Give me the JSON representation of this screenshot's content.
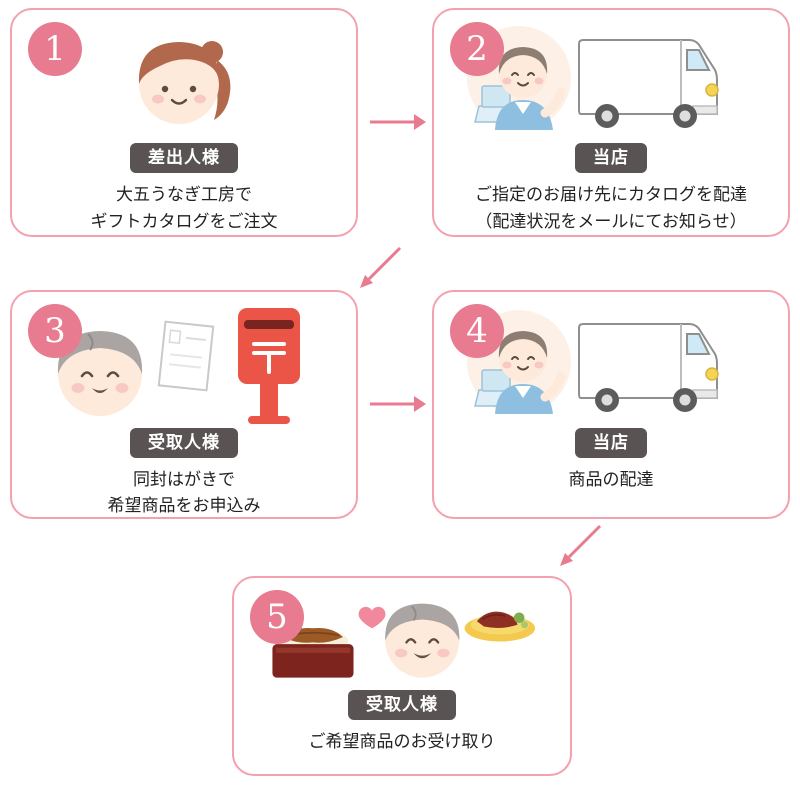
{
  "colors": {
    "box_border": "#f3a1ad",
    "badge_bg": "#e87b90",
    "label_bg": "#595354",
    "arrow": "#e87b90",
    "postbox_red": "#ea5548",
    "text": "#222222"
  },
  "steps": [
    {
      "number": "1",
      "label": "差出人様",
      "lines": [
        "大五うなぎ工房で",
        "ギフトカタログをご注文"
      ],
      "illustration": "sender-woman"
    },
    {
      "number": "2",
      "label": "当店",
      "lines": [
        "ご指定のお届け先にカタログを配達",
        "（配達状況をメールにてお知らせ）"
      ],
      "illustration": "shop-clerk-and-delivery-truck"
    },
    {
      "number": "3",
      "label": "受取人様",
      "lines": [
        "同封はがきで",
        "希望商品をお申込み"
      ],
      "illustration": "recipient-postcard-and-postbox"
    },
    {
      "number": "4",
      "label": "当店",
      "lines": [
        "商品の配達"
      ],
      "illustration": "shop-clerk-and-delivery-truck"
    },
    {
      "number": "5",
      "label": "受取人様",
      "lines": [
        "ご希望商品のお受け取り"
      ],
      "illustration": "recipient-receiving-gifts"
    }
  ]
}
